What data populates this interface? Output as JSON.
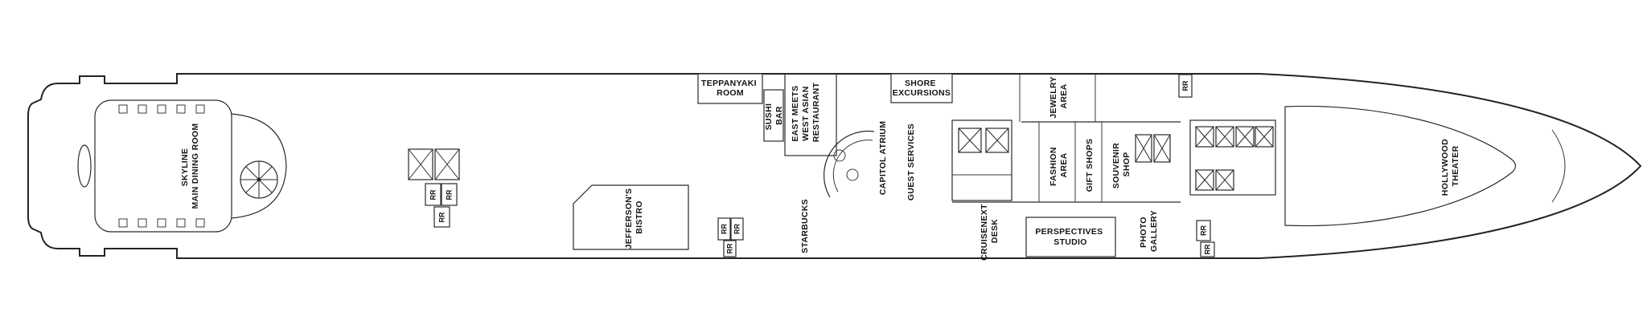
{
  "colors": {
    "ink": "#232323",
    "background": "#ffffff"
  },
  "rooms": {
    "skyline_l1": "SKYLINE",
    "skyline_l2": "MAIN DINING ROOM",
    "jeffersons_l1": "JEFFERSON'S",
    "jeffersons_l2": "BISTRO",
    "teppanyaki_l1": "TEPPANYAKI",
    "teppanyaki_l2": "ROOM",
    "sushi_l1": "SUSHI",
    "sushi_l2": "BAR",
    "east_meets_l1": "EAST MEETS",
    "east_meets_l2": "WEST ASIAN",
    "east_meets_l3": "RESTAURANT",
    "capitol_atrium": "CAPITOL ATRIUM",
    "starbucks": "STARBUCKS",
    "guest_services": "GUEST SERVICES",
    "shore_l1": "SHORE",
    "shore_l2": "EXCURSIONS",
    "jewelry_l1": "JEWELRY",
    "jewelry_l2": "AREA",
    "fashion_l1": "FASHION",
    "fashion_l2": "AREA",
    "gift_shops": "GIFT SHOPS",
    "souvenir_l1": "SOUVENIR",
    "souvenir_l2": "SHOP",
    "cruisenext_l1": "CRUISENEXT",
    "cruisenext_l2": "DESK",
    "perspectives_l1": "PERSPECTIVES",
    "perspectives_l2": "STUDIO",
    "photo_l1": "PHOTO",
    "photo_l2": "GALLERY",
    "hollywood_l1": "HOLLYWOOD",
    "hollywood_l2": "THEATER",
    "restroom": "RR"
  }
}
